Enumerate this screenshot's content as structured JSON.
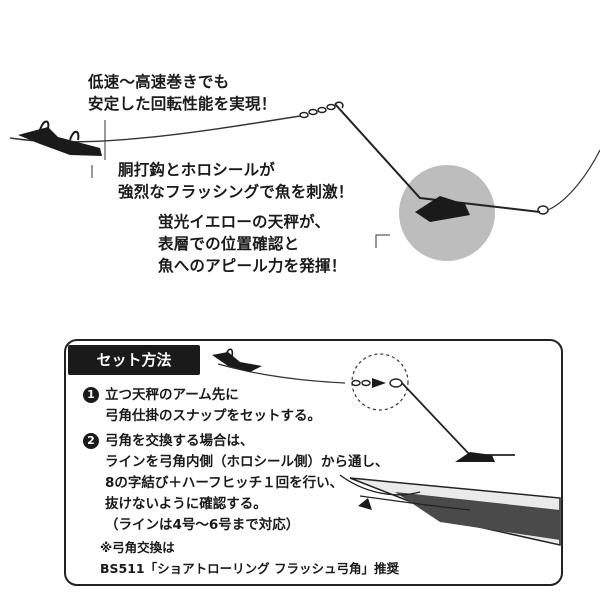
{
  "callouts": [
    {
      "lines": [
        "低速～高速巻きでも",
        "安定した回転性能を実現！"
      ]
    },
    {
      "lines": [
        "胴打鈎とホロシールが",
        "強烈なフラッシングで魚を刺激！"
      ]
    },
    {
      "lines": [
        "蛍光イエローの天秤が、",
        "表層での位置確認と",
        "魚へのアピール力を発揮！"
      ]
    }
  ],
  "setup": {
    "title": "セット方法",
    "step1": {
      "number": "1",
      "lines": [
        "立つ天秤のアーム先に",
        "弓角仕掛のスナップをセットする。"
      ]
    },
    "step2": {
      "number": "2",
      "lines": [
        "弓角を交換する場合は、",
        "ラインを弓角内側（ホロシール側）から通し、",
        "8の字結び＋ハーフヒッチ１回を行い、",
        "抜けないように確認する。",
        "（ラインは4号～6号まで対応）"
      ]
    },
    "note": [
      "※弓角交換は",
      "BS511「ショアトローリング フラッシュ弓角」推奨"
    ]
  },
  "colors": {
    "ink": "#1a1a1a",
    "gray_circle": "#bdbdbd",
    "line": "#333333"
  }
}
